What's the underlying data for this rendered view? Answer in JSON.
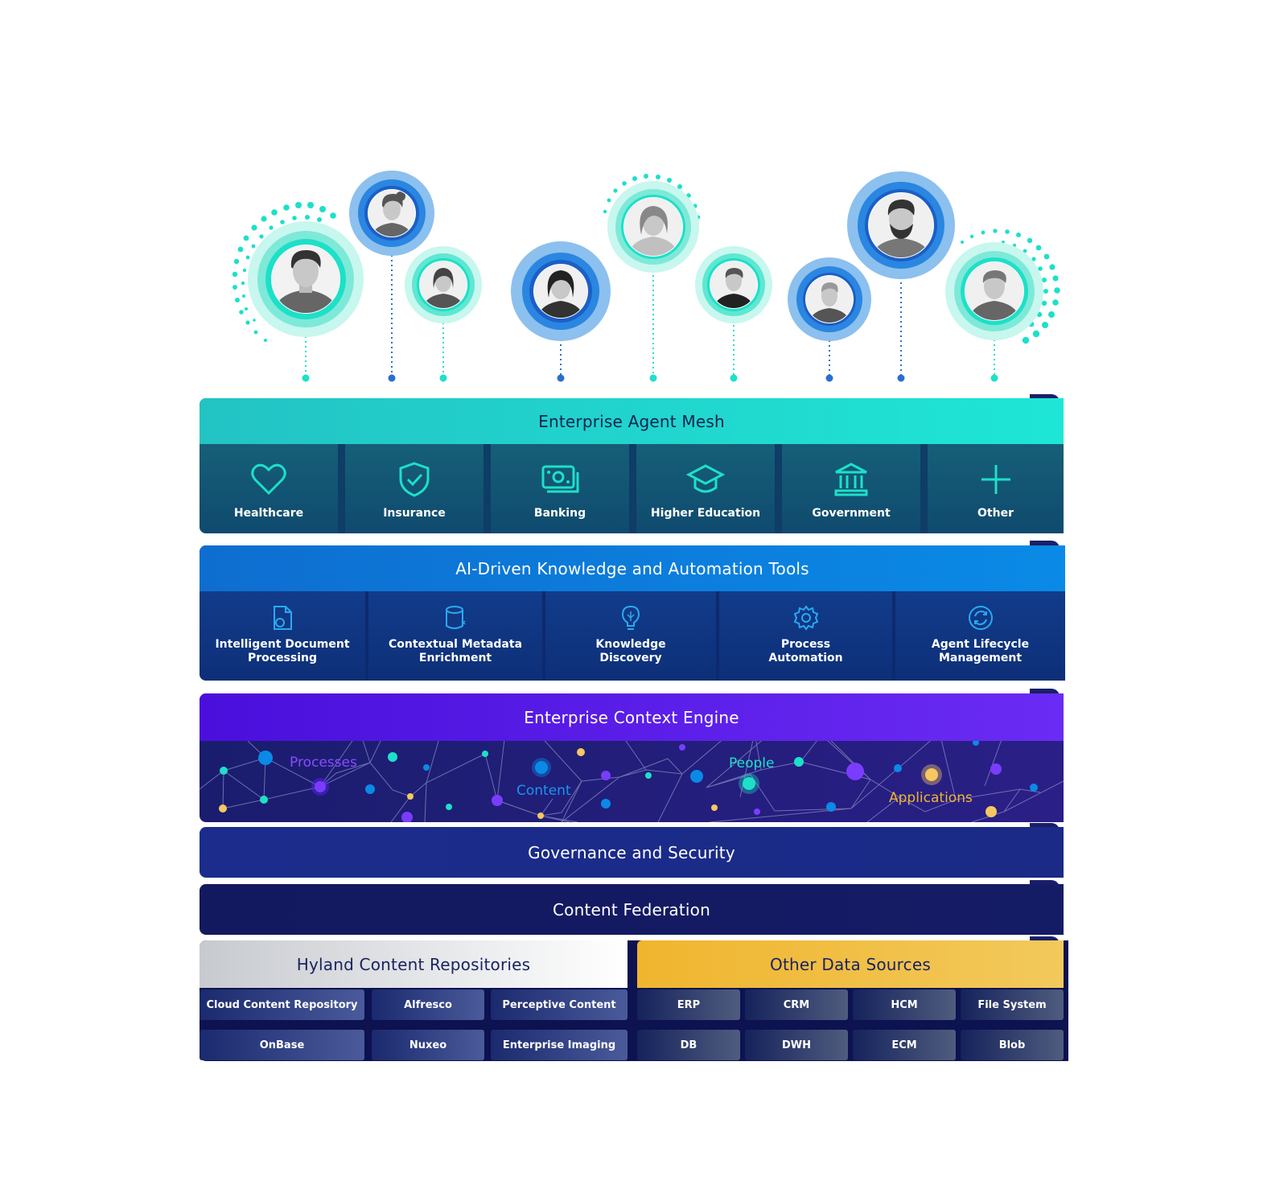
{
  "agent_mesh": {
    "title": "Enterprise Agent Mesh",
    "items": [
      {
        "label": "Healthcare",
        "icon": "heart-icon"
      },
      {
        "label": "Insurance",
        "icon": "shield-check-icon"
      },
      {
        "label": "Banking",
        "icon": "money-icon"
      },
      {
        "label": "Higher Education",
        "icon": "graduation-cap-icon"
      },
      {
        "label": "Government",
        "icon": "bank-building-icon"
      },
      {
        "label": "Other",
        "icon": "plus-icon"
      }
    ]
  },
  "ai_tools": {
    "title": "AI-Driven Knowledge and Automation Tools",
    "items": [
      {
        "line1": "Intelligent Document",
        "line2": "Processing",
        "icon": "document-gear-icon"
      },
      {
        "line1": "Contextual Metadata",
        "line2": "Enrichment",
        "icon": "database-icon"
      },
      {
        "line1": "Knowledge",
        "line2": "Discovery",
        "icon": "lightbulb-icon"
      },
      {
        "line1": "Process",
        "line2": "Automation",
        "icon": "gear-icon"
      },
      {
        "line1": "Agent Lifecycle",
        "line2": "Management",
        "icon": "refresh-icon"
      }
    ]
  },
  "context_engine": {
    "title": "Enterprise Context Engine",
    "labels": {
      "processes": "Processes",
      "content": "Content",
      "people": "People",
      "applications": "Applications"
    }
  },
  "governance": {
    "title": "Governance and Security"
  },
  "federation": {
    "title": "Content Federation"
  },
  "hyland": {
    "title": "Hyland Content Repositories",
    "row1": [
      "Cloud Content Repository",
      "Alfresco",
      "Perceptive Content"
    ],
    "row2": [
      "OnBase",
      "Nuxeo",
      "Enterprise Imaging"
    ]
  },
  "other_sources": {
    "title": "Other Data Sources",
    "row1": [
      "ERP",
      "CRM",
      "HCM",
      "File System"
    ],
    "row2": [
      "DB",
      "DWH",
      "ECM",
      "Blob"
    ]
  },
  "colors": {
    "teal": "#1de0c8",
    "blue": "#0a8ae6",
    "purple": "#5a1ff0",
    "navy": "#1a2a8a",
    "gold": "#f0b52e"
  }
}
